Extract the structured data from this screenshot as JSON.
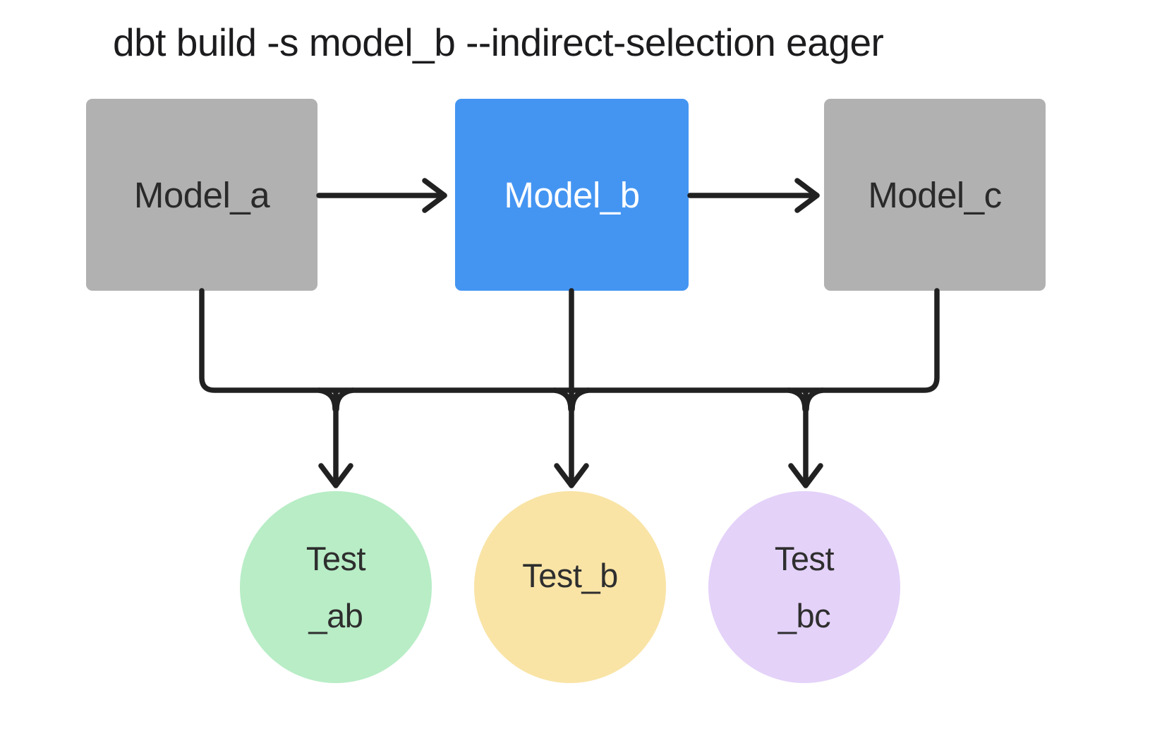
{
  "title": "dbt build -s model_b --indirect-selection eager",
  "connector": {
    "color": "#212121",
    "style": "rounded-orthogonal-bus-with-chevron-arrowheads"
  },
  "models": [
    {
      "id": "model_a",
      "label": "Model_a",
      "state": "unselected",
      "fill": "#b1b1b1",
      "text": "#2a2a2a"
    },
    {
      "id": "model_b",
      "label": "Model_b",
      "state": "selected",
      "fill": "#4495f2",
      "text": "#ffffff"
    },
    {
      "id": "model_c",
      "label": "Model_c",
      "state": "unselected",
      "fill": "#b1b1b1",
      "text": "#2a2a2a"
    }
  ],
  "tests": [
    {
      "id": "test_ab",
      "lines": [
        "Test",
        "_ab"
      ],
      "fill": "#b8edc6",
      "text": "#2e2e2e"
    },
    {
      "id": "test_b",
      "lines": [
        "Test_b"
      ],
      "fill": "#f9e4a6",
      "text": "#2e2e2e"
    },
    {
      "id": "test_bc",
      "lines": [
        "Test",
        "_bc"
      ],
      "fill": "#e4d2f9",
      "text": "#2e2e2e"
    }
  ],
  "edges": [
    {
      "from": "model_a",
      "to": "model_b",
      "kind": "arrow"
    },
    {
      "from": "model_b",
      "to": "model_c",
      "kind": "arrow"
    },
    {
      "from": "model_a",
      "to": "bus",
      "kind": "line"
    },
    {
      "from": "model_b",
      "to": "bus",
      "kind": "line"
    },
    {
      "from": "model_c",
      "to": "bus",
      "kind": "line"
    },
    {
      "from": "bus",
      "to": "test_ab",
      "kind": "arrow"
    },
    {
      "from": "bus",
      "to": "test_b",
      "kind": "arrow"
    },
    {
      "from": "bus",
      "to": "test_bc",
      "kind": "arrow"
    }
  ]
}
